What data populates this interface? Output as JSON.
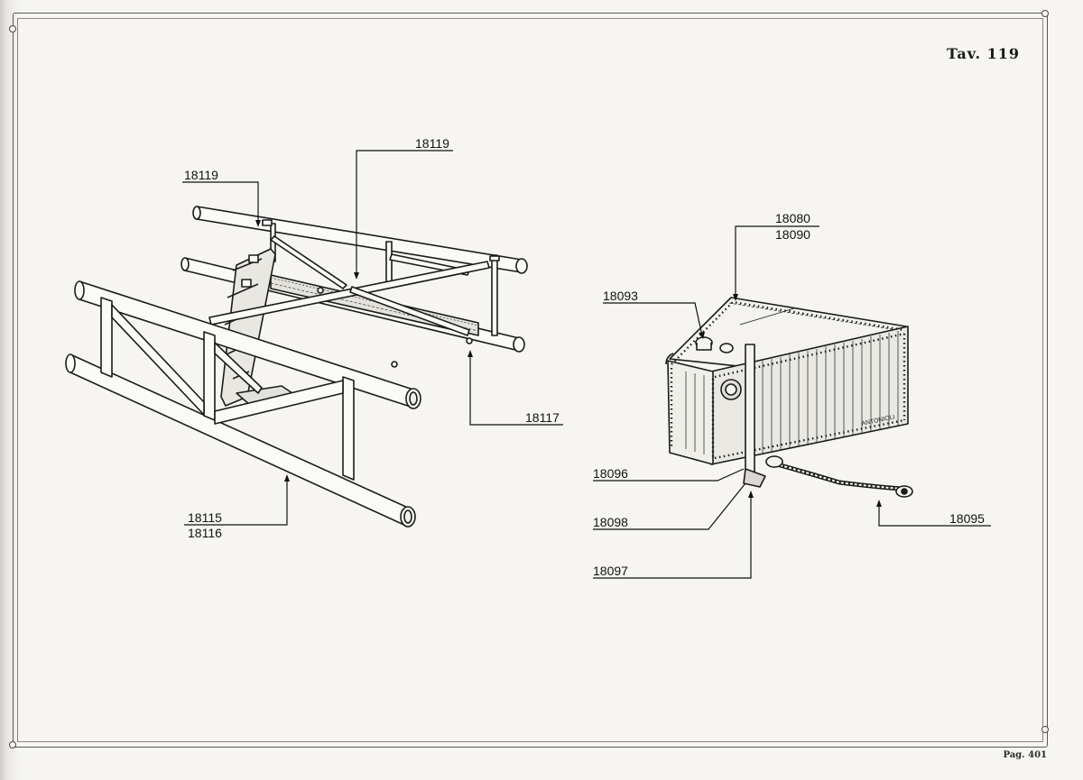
{
  "plate": {
    "title": "Tav. 119",
    "page": "Pag. 401"
  },
  "callouts": {
    "frame_top_left": "18119",
    "frame_top_center": "18119",
    "frame_right": "18117",
    "frame_bottom_a": "18115",
    "frame_bottom_b": "18116",
    "tank_top_a": "18080",
    "tank_top_b": "18090",
    "tank_cap": "18093",
    "tank_pipe": "18096",
    "tank_fitting": "18098",
    "tank_drain": "18097",
    "tank_strap": "18095"
  },
  "signature": "ANTONIOLI"
}
